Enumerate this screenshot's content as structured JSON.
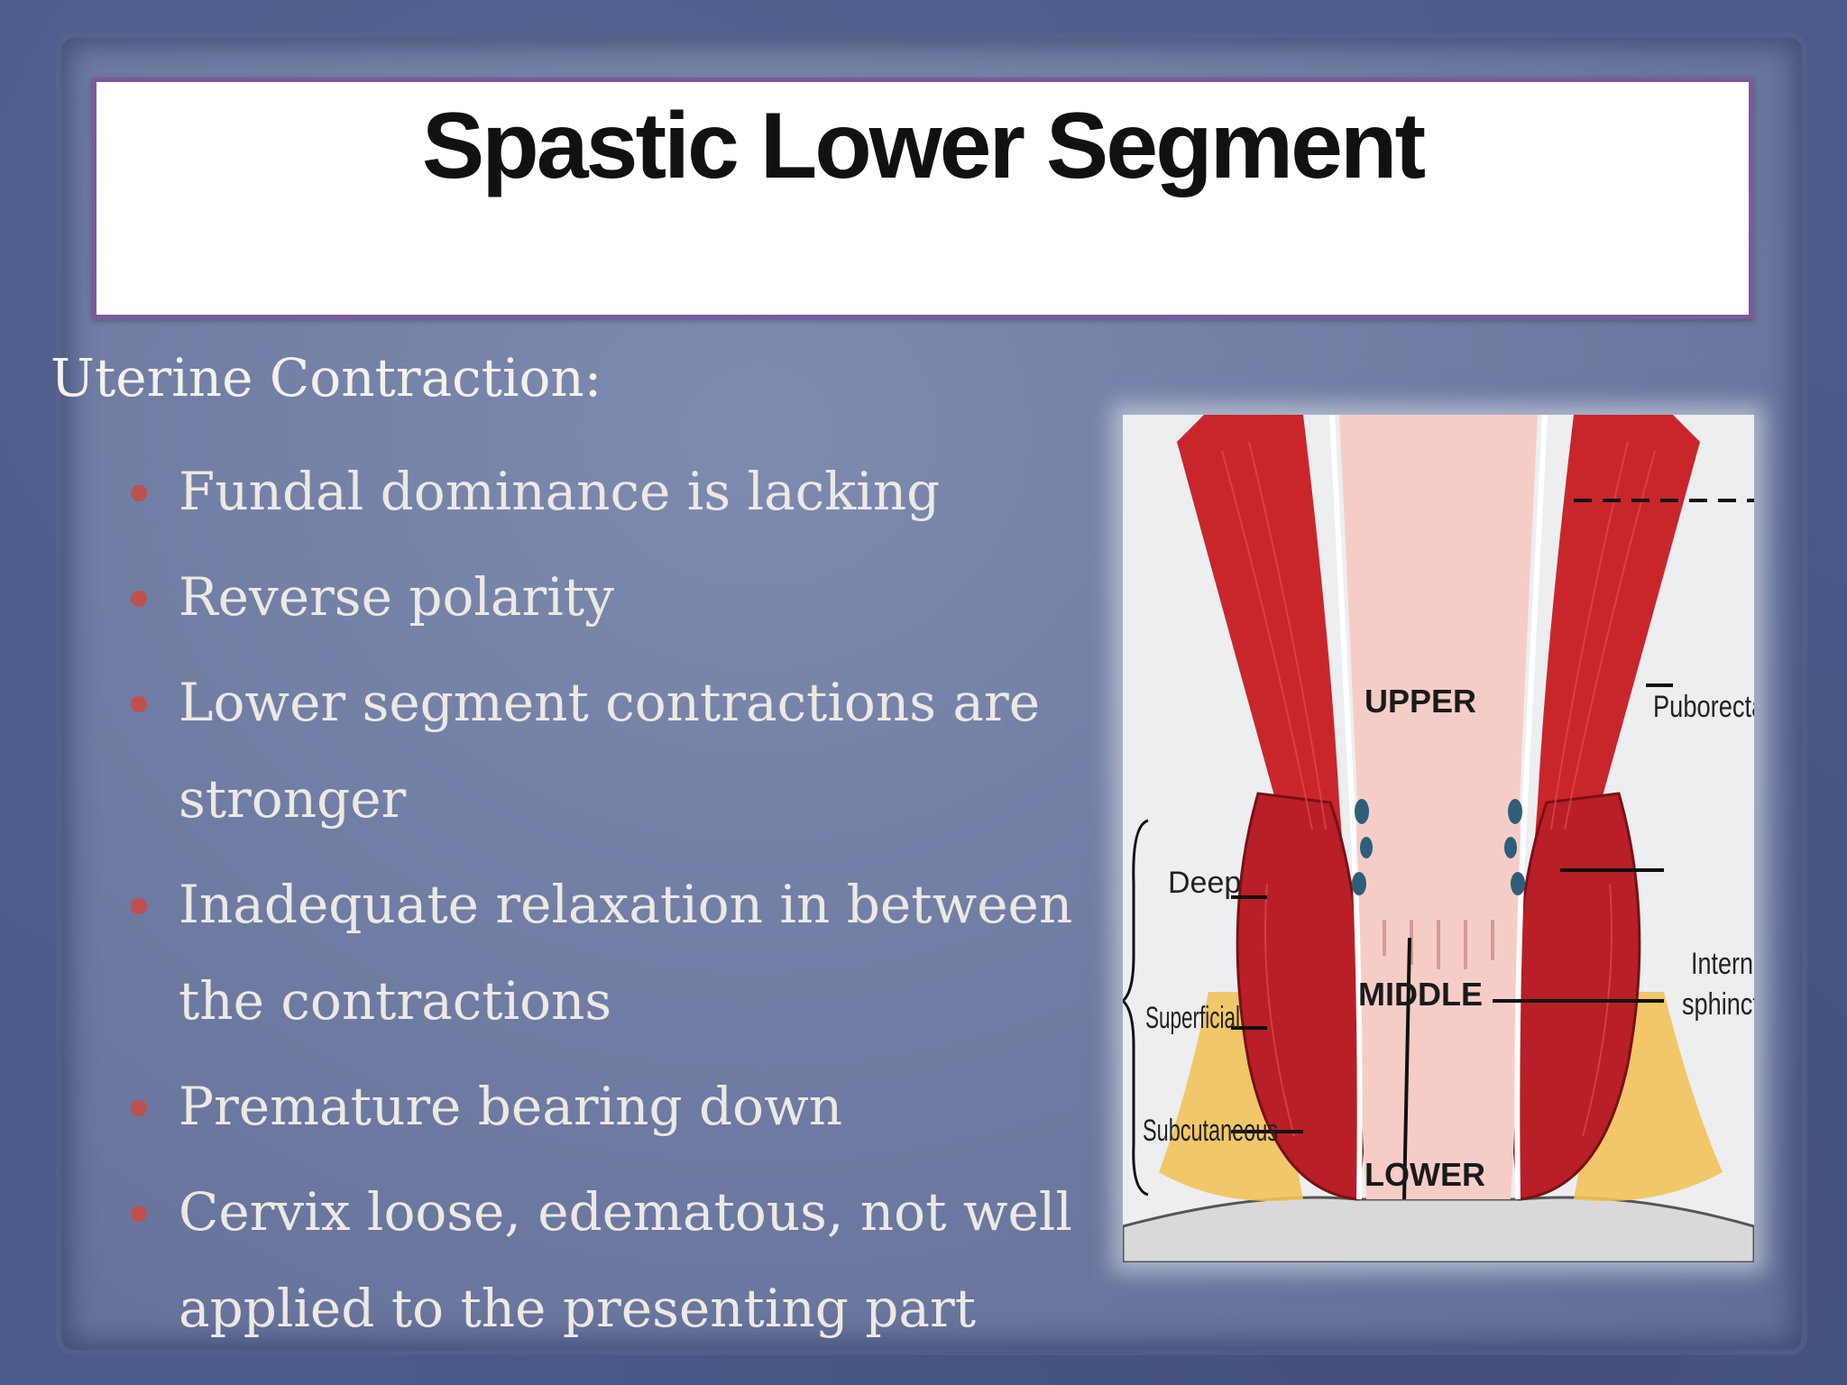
{
  "slide": {
    "title": "Spastic Lower Segment",
    "lead": "Uterine Contraction:",
    "bullets": [
      "Fundal dominance is lacking",
      "Reverse polarity",
      "Lower segment contractions are stronger",
      "Inadequate relaxation in between the contractions",
      "Premature bearing down",
      "Cervix loose, edematous, not well applied to the presenting part"
    ],
    "colors": {
      "background": "#4b5a8a",
      "panel": "#6d7aa1",
      "title_border": "#7b5a9c",
      "bullet": "#c0504d",
      "body_text": "#ece9e4"
    }
  },
  "figure": {
    "labels": {
      "upper": "UPPER",
      "middle": "MIDDLE",
      "lower": "LOWER",
      "deep": "Deep",
      "superficial": "Superficial",
      "subcutaneous": "Subcutaneous",
      "puborectalis": "Puborectalis",
      "internal_line1": "Internal",
      "internal_line2": "sphincter"
    }
  }
}
